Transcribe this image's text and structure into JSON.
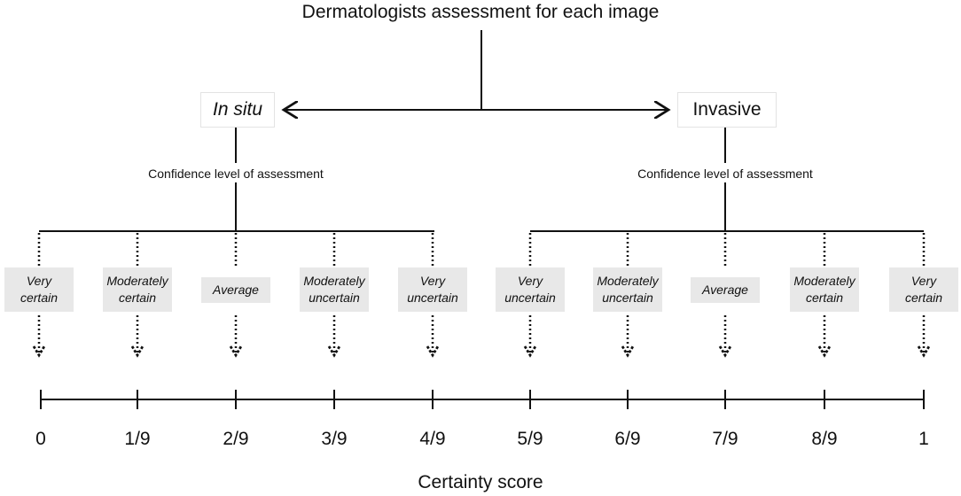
{
  "title": "Dermatologists assessment for each image",
  "branches": [
    {
      "label": "In situ",
      "confidence_label": "Confidence level of assessment"
    },
    {
      "label": "Invasive",
      "confidence_label": "Confidence level of assessment"
    }
  ],
  "levels": [
    {
      "label": "Very\ncertain"
    },
    {
      "label": "Moderately\ncertain"
    },
    {
      "label": "Average"
    },
    {
      "label": "Moderately\nuncertain"
    },
    {
      "label": "Very\nuncertain"
    },
    {
      "label": "Very\nuncertain"
    },
    {
      "label": "Moderately\nuncertain"
    },
    {
      "label": "Average"
    },
    {
      "label": "Moderately\ncertain"
    },
    {
      "label": "Very\ncertain"
    }
  ],
  "scale": {
    "ticks": [
      "0",
      "1/9",
      "2/9",
      "3/9",
      "4/9",
      "5/9",
      "6/9",
      "7/9",
      "8/9",
      "1"
    ],
    "axis_title": "Certainty score"
  }
}
